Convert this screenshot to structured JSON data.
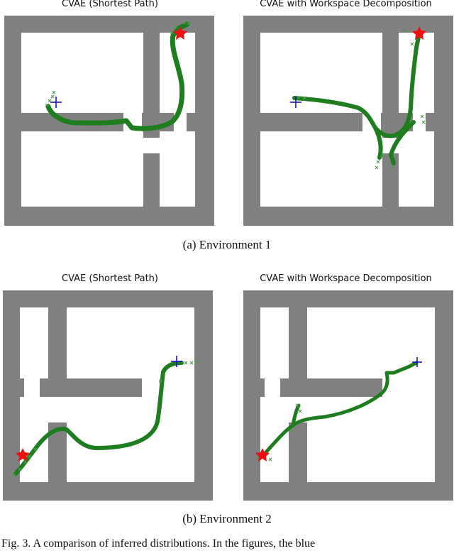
{
  "environment_1": {
    "left_title": "CVAE (Shortest Path)",
    "right_title": "CVAE with Workspace Decomposition",
    "caption": "(a)  Environment  1"
  },
  "environment_2": {
    "left_title": "CVAE (Shortest Path)",
    "right_title": "CVAE with Workspace Decomposition",
    "caption": "(b)  Environment  2"
  },
  "figure_caption": "Fig. 3.   A comparison of inferred distributions. In the figures, the blue",
  "colors": {
    "wall": "#808080",
    "free_space": "#ffffff",
    "path": "#1e7d1e",
    "samples": "#4f9a4f",
    "start_marker": "#1515c8",
    "goal_marker": "#ee1111"
  },
  "icons": {
    "start": "plus-marker",
    "goal": "star-marker",
    "sample": "x-marker"
  }
}
